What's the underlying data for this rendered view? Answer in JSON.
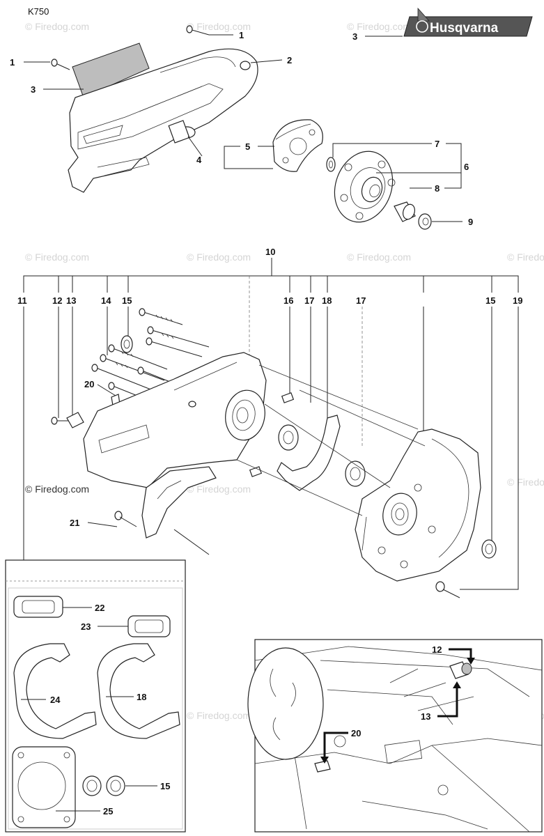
{
  "model": "K750",
  "brand": "Husqvarna",
  "watermark": "© Firedog.com",
  "callouts": [
    "1",
    "1",
    "2",
    "3",
    "3",
    "4",
    "5",
    "6",
    "7",
    "8",
    "9",
    "10",
    "11",
    "12",
    "13",
    "14",
    "15",
    "16",
    "17",
    "18",
    "17",
    "15",
    "19",
    "20",
    "21",
    "22",
    "23",
    "24",
    "18",
    "15",
    "25",
    "12",
    "13",
    "20"
  ]
}
